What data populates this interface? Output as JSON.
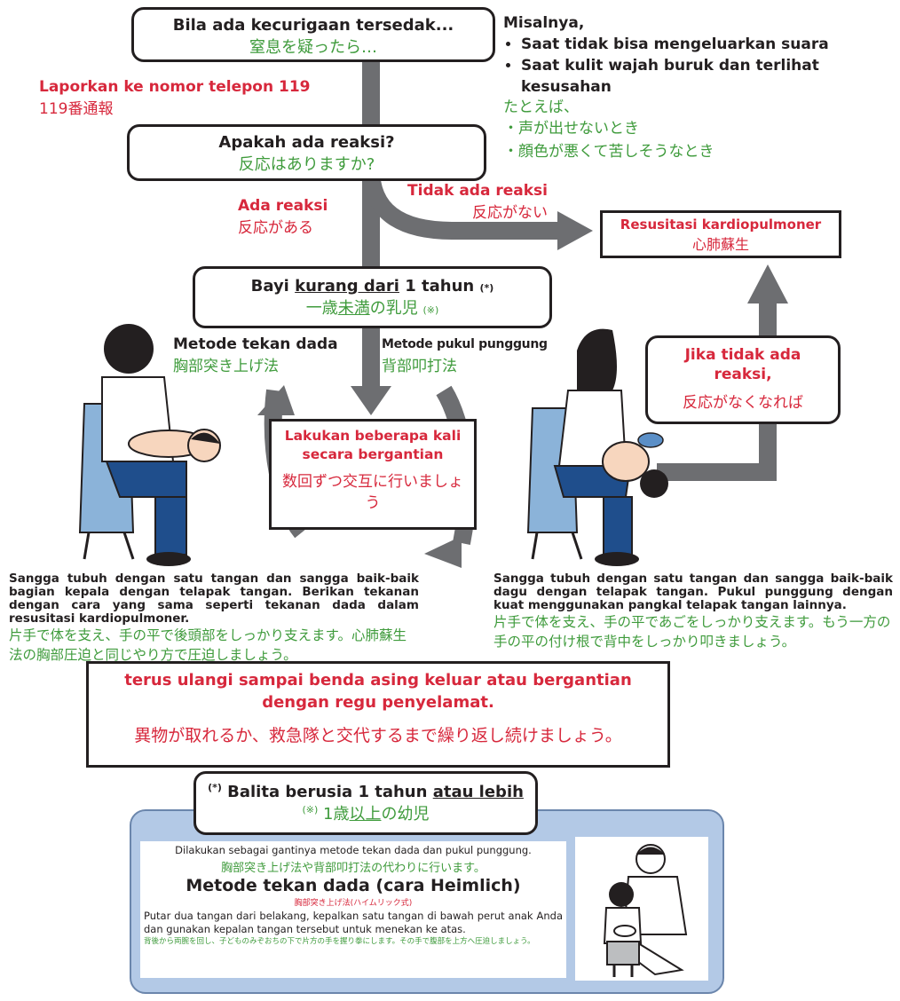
{
  "step_suspect": {
    "id": "Bila ada kecurigaan tersedak...",
    "jp": "窒息を疑ったら…"
  },
  "examples": {
    "title": "Misalnya,",
    "items_id": [
      "Saat tidak bisa mengeluarkan suara",
      "Saat kulit wajah buruk dan terlihat kesusahan"
    ],
    "jp_title": "たとえば、",
    "items_jp": [
      "・声が出せないとき",
      "・顔色が悪くて苦しそうなとき"
    ]
  },
  "report": {
    "id": "Laporkan ke nomor telepon 119",
    "jp": "119番通報"
  },
  "step_reaction": {
    "id": "Apakah ada reaksi?",
    "jp": "反応はありますか?"
  },
  "branch_yes": {
    "id": "Ada reaksi",
    "jp": "反応がある"
  },
  "branch_no": {
    "id": "Tidak ada reaksi",
    "jp": "反応がない"
  },
  "cpr": {
    "id": "Resusitasi kardiopulmoner",
    "jp": "心肺蘇生"
  },
  "infant": {
    "id_a": "Bayi ",
    "id_u": "kurang dari",
    "id_b": " 1 tahun",
    "id_mark": "(*)",
    "jp_a": "一歳",
    "jp_u": "未満",
    "jp_b": "の乳児",
    "jp_mark": "(※)"
  },
  "method_chest": {
    "id": "Metode tekan dada",
    "jp": "胸部突き上げ法"
  },
  "method_back": {
    "id": "Metode pukul punggung",
    "jp": "背部叩打法"
  },
  "no_reaction_after": {
    "id": "Jika tidak ada reaksi,",
    "jp": "反応がなくなれば"
  },
  "alternate": {
    "id": "Lakukan beberapa kali secara bergantian",
    "jp": "数回ずつ交互に行いましょう"
  },
  "desc_left": {
    "id": "Sangga tubuh dengan satu tangan dan sangga baik-baik bagian kepala dengan telapak tangan. Berikan tekanan dengan cara yang sama seperti tekanan dada dalam resusitasi kardiopulmoner.",
    "jp": "片手で体を支え、手の平で後頭部をしっかり支えます。心肺蘇生法の胸部圧迫と同じやり方で圧迫しましょう。"
  },
  "desc_right": {
    "id": "Sangga tubuh dengan satu tangan dan sangga baik-baik dagu dengan telapak tangan. Pukul punggung dengan kuat menggunakan pangkal telapak tangan lainnya.",
    "jp": "片手で体を支え、手の平であごをしっかり支えます。もう一方の手の平の付け根で背中をしっかり叩きましょう。"
  },
  "repeat": {
    "id": "terus ulangi sampai benda asing keluar atau bergantian dengan regu penyelamat.",
    "jp": "異物が取れるか、救急隊と交代するまで繰り返し続けましょう。"
  },
  "toddler": {
    "mark": "(*)",
    "id_a": " Balita berusia 1 tahun ",
    "id_u": "atau lebih",
    "jp_mark": "(※)",
    "jp_a": " 1歳",
    "jp_u": "以上",
    "jp_b": "の幼児"
  },
  "heimlich": {
    "intro_id": "Dilakukan sebagai gantinya metode tekan dada dan pukul punggung.",
    "intro_jp": "胸部突き上げ法や背部叩打法の代わりに行います。",
    "title": "Metode tekan dada (cara Heimlich)",
    "title_jp": "胸部突き上げ法(ハイムリック式)",
    "body_id": "Putar dua tangan dari belakang, kepalkan satu tangan di bawah perut anak Anda dan gunakan kepalan tangan tersebut untuk menekan ke atas.",
    "body_jp": "背後から両腕を回し、子どものみぞおちの下で片方の手を握り拳にします。その手で腹部を上方へ圧迫しましょう。"
  },
  "colors": {
    "red": "#d7283c",
    "green": "#3f9b3c",
    "arrow": "#6d6e71",
    "panel": "#b3c9e6"
  }
}
